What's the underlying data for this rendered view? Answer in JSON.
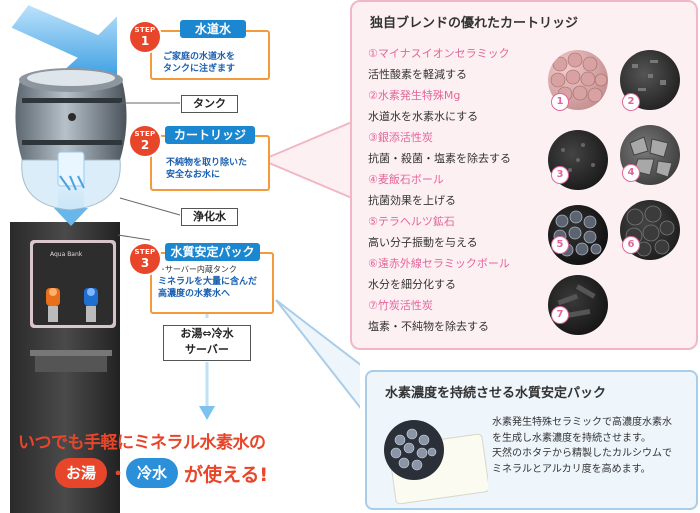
{
  "steps": [
    {
      "word": "STEP",
      "num": "1",
      "title": "水道水",
      "text": [
        "ご家庭の水道水を",
        "タンクに注ぎます"
      ]
    },
    {
      "word": "STEP",
      "num": "2",
      "title": "カートリッジ",
      "text": [
        "不純物を取り除いた",
        "安全なお水に"
      ]
    },
    {
      "word": "STEP",
      "num": "3",
      "title": "水質安定パック",
      "sub": "･サーバー内蔵タンク",
      "text": [
        "ミネラルを大量に含んだ",
        "高濃度の水素水へ"
      ]
    }
  ],
  "labels": {
    "tank": "タンク",
    "purified": "浄化水",
    "server_line1": "お湯⇔冷水",
    "server_line2": "サーバー",
    "brand": "Aqua Bank"
  },
  "cartridge": {
    "title": "独自ブレンドの優れたカートリッジ",
    "items": [
      {
        "name": "①マイナスイオンセラミック",
        "desc": "活性酸素を軽減する"
      },
      {
        "name": "②水素発生特殊Mg",
        "desc": "水道水を水素水にする"
      },
      {
        "name": "③銀添活性炭",
        "desc": "抗菌・殺菌・塩素を除去する"
      },
      {
        "name": "④麦飯石ボール",
        "desc": "抗菌効果を上げる"
      },
      {
        "name": "⑤テラヘルツ鉱石",
        "desc": "高い分子振動を与える"
      },
      {
        "name": "⑥遠赤外線セラミックボール",
        "desc": "水分を細分化する"
      },
      {
        "name": "⑦竹炭活性炭",
        "desc": "塩素・不純物を除去する"
      }
    ],
    "stone_numbers": [
      "1",
      "2",
      "3",
      "4",
      "5",
      "6",
      "7"
    ]
  },
  "pack": {
    "title": "水素濃度を持続させる水質安定パック",
    "text": [
      "水素発生特殊セラミックで高濃度水素水",
      "を生成し水素濃度を持続させます。",
      "天然のホタテから精製したカルシウムで",
      "ミネラルとアルカリ度を高めます。"
    ]
  },
  "slogan": {
    "line1": "いつでも手軽にミネラル水素水の",
    "hot": "お湯",
    "dot": "・",
    "cold": "冷水",
    "tail": "が使える!"
  },
  "colors": {
    "step_red": "#e8462b",
    "title_blue": "#1b87d0",
    "box_orange": "#f29a3c",
    "pink": "#e2669a",
    "panel_pink": "#fdf0f3",
    "panel_blue": "#eef5fb"
  }
}
